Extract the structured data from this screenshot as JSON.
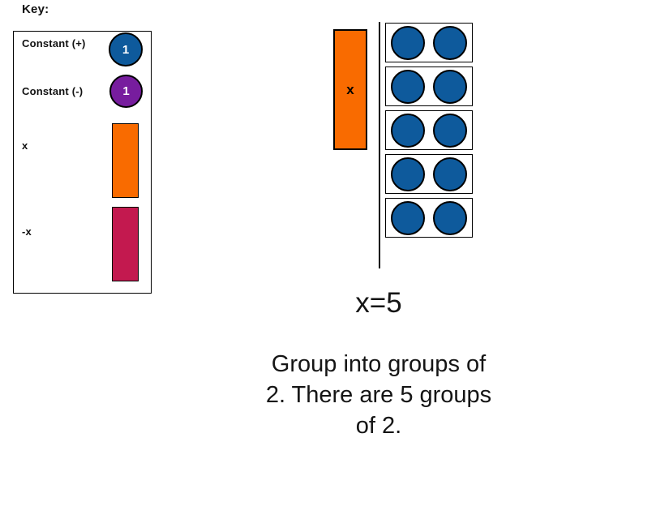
{
  "page": {
    "background": "#ffffff",
    "text_color": "#111111"
  },
  "key": {
    "title": "Key:",
    "items": [
      {
        "label": "Constant (+)",
        "shape": "circle",
        "color": "#0e5a9c",
        "value": "1"
      },
      {
        "label": "Constant (-)",
        "shape": "circle",
        "color": "#771d9e",
        "value": "1"
      },
      {
        "label": "x",
        "shape": "rect",
        "color": "#f96b00",
        "value": ""
      },
      {
        "label": "-x",
        "shape": "rect",
        "color": "#c3194f",
        "value": ""
      }
    ]
  },
  "diagram": {
    "x_tile_label": "x",
    "x_tile_color": "#f96b00",
    "group_count": 5,
    "circles_per_group": 2,
    "circle_color": "#0e5a9c"
  },
  "equation": "x=5",
  "caption_lines": [
    "Group into groups of",
    "2. There are 5 groups",
    "of 2."
  ]
}
